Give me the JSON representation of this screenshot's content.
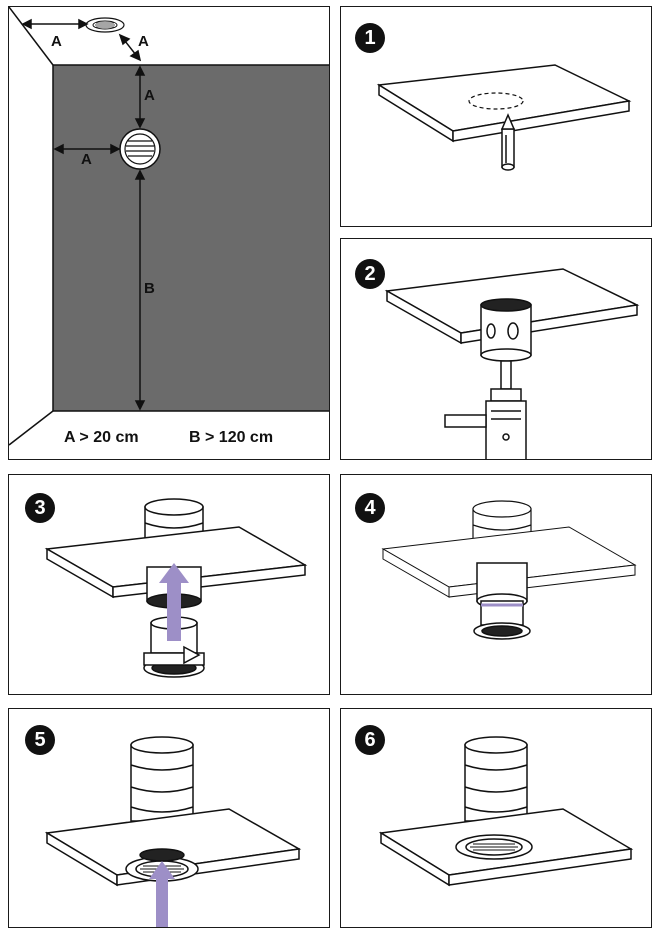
{
  "placement": {
    "dim_labels": {
      "a": "A",
      "b": "B"
    },
    "legend": {
      "a_rule": "A > 20 cm",
      "b_rule": "B > 120 cm"
    },
    "colors": {
      "wall": "#6b6b6b",
      "arrow_purple": "#9d8fc7"
    }
  },
  "steps": [
    {
      "number": "1",
      "icon": "ceiling-pencil-marking"
    },
    {
      "number": "2",
      "icon": "drill-hole-saw"
    },
    {
      "number": "3",
      "icon": "insert-sleeve-arrow"
    },
    {
      "number": "4",
      "icon": "fitted-sleeve"
    },
    {
      "number": "5",
      "icon": "push-grille-arrow"
    },
    {
      "number": "6",
      "icon": "installed-grille"
    }
  ]
}
